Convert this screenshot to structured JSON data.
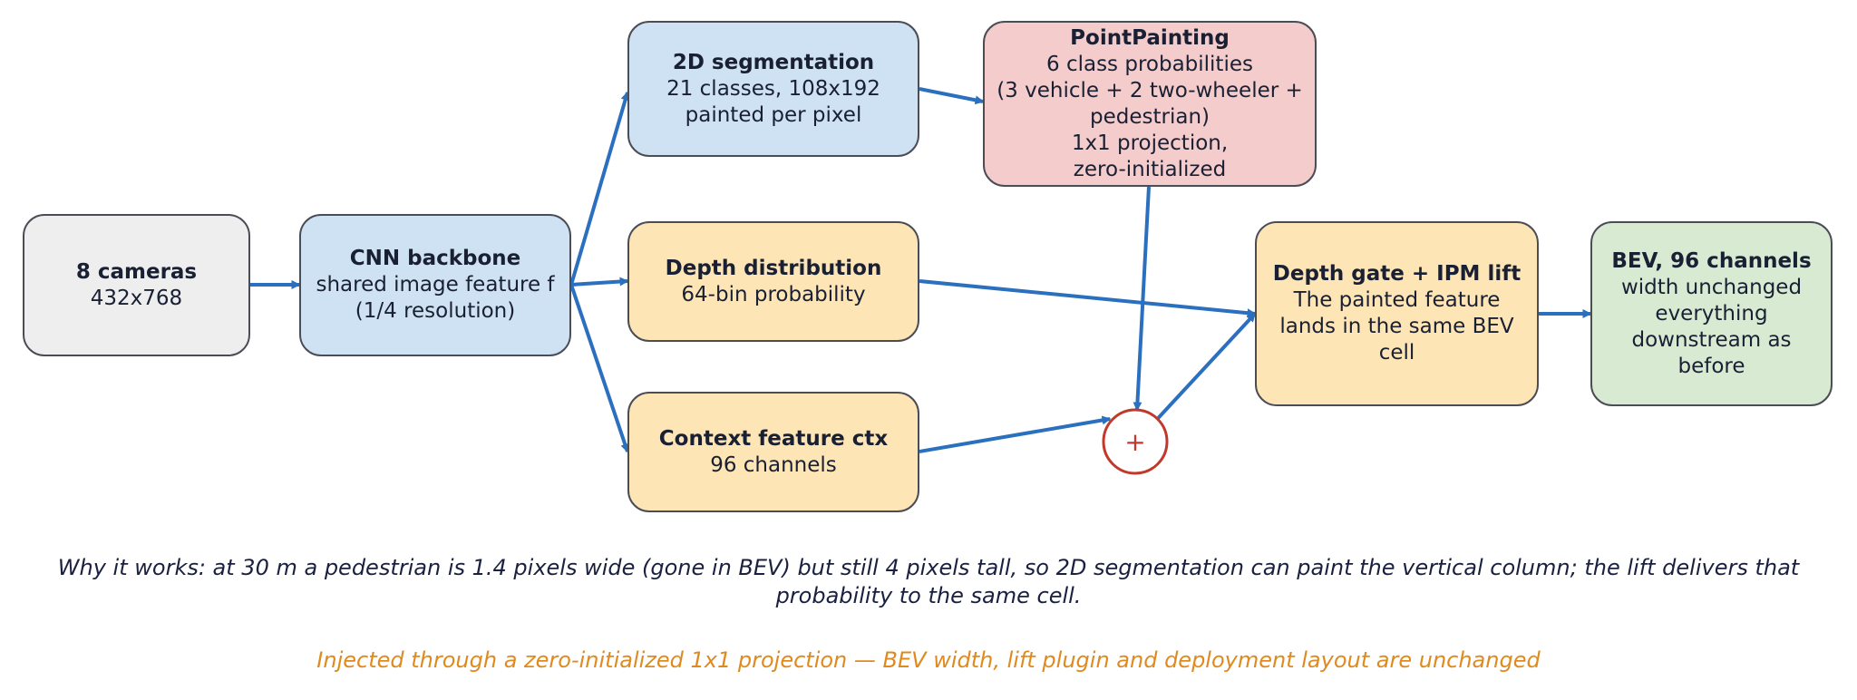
{
  "nodes": {
    "cameras": {
      "title": "8 cameras",
      "lines": [
        "432x768"
      ]
    },
    "backbone": {
      "title": "CNN backbone",
      "lines": [
        "shared image feature f",
        "(1/4 resolution)"
      ]
    },
    "seg": {
      "title": "2D segmentation",
      "lines": [
        "21 classes, 108x192",
        "painted per pixel"
      ]
    },
    "paint": {
      "title": "PointPainting",
      "lines": [
        "6 class probabilities",
        "(3 vehicle + 2 two-wheeler +",
        "pedestrian)",
        "1x1 projection,",
        "zero-initialized"
      ]
    },
    "depth": {
      "title": "Depth distribution",
      "lines": [
        "64-bin probability"
      ]
    },
    "context": {
      "title": "Context feature ctx",
      "lines": [
        "96 channels"
      ]
    },
    "lift": {
      "title": "Depth gate + IPM lift",
      "lines": [
        "The painted feature",
        "lands in the same BEV",
        "cell"
      ]
    },
    "bev": {
      "title": "BEV, 96 channels",
      "lines": [
        "width unchanged",
        "everything",
        "downstream as",
        "before"
      ]
    }
  },
  "plus_symbol": "+",
  "captions": {
    "main": "Why it works: at 30 m a pedestrian is 1.4 pixels wide (gone in BEV) but still 4 pixels tall, so 2D segmentation can paint the vertical column; the lift delivers that probability to the same cell.",
    "note": "Injected through a zero-initialized 1x1 projection — BEV width, lift plugin and deployment layout are unchanged"
  },
  "colors": {
    "arrow": "#2b6fbf",
    "sum_node": "#c0392b",
    "note_text": "#e08a1e"
  }
}
